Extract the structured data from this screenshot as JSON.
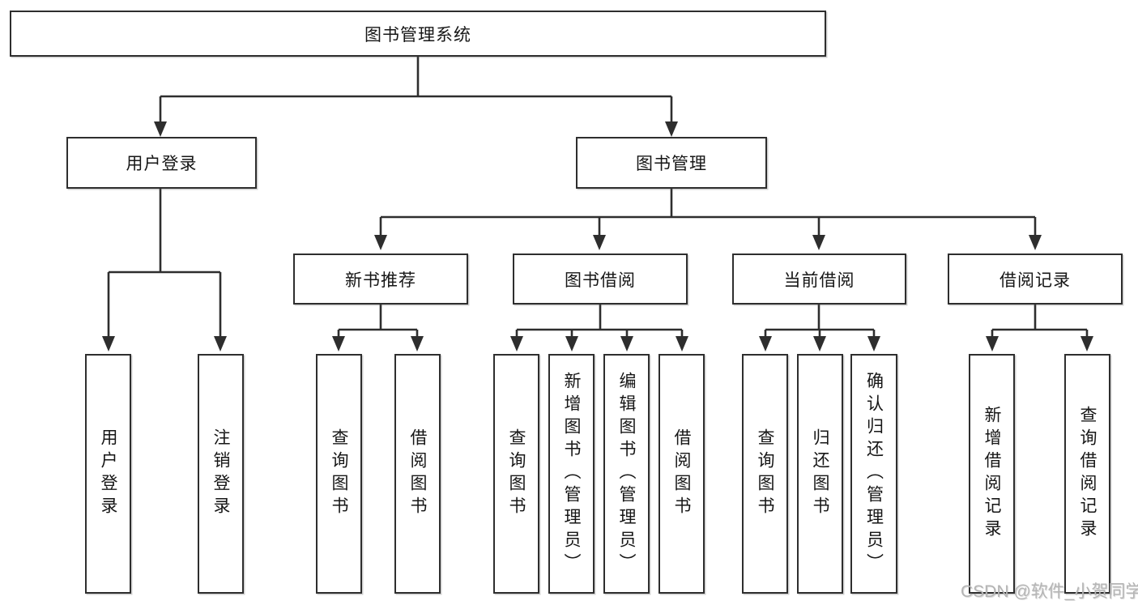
{
  "diagram_title": "图书管理系统",
  "tree": {
    "root": {
      "label": "图书管理系统",
      "children": [
        {
          "label": "用户登录",
          "children": [
            {
              "label": "用户登录"
            },
            {
              "label": "注销登录"
            }
          ]
        },
        {
          "label": "图书管理",
          "children": [
            {
              "label": "新书推荐",
              "children": [
                {
                  "label": "查询图书"
                },
                {
                  "label": "借阅图书"
                }
              ]
            },
            {
              "label": "图书借阅",
              "children": [
                {
                  "label": "查询图书"
                },
                {
                  "label": "新增图书（管理员）"
                },
                {
                  "label": "编辑图书（管理员）"
                },
                {
                  "label": "借阅图书"
                }
              ]
            },
            {
              "label": "当前借阅",
              "children": [
                {
                  "label": "查询图书"
                },
                {
                  "label": "归还图书"
                },
                {
                  "label": "确认归还（管理员）"
                }
              ]
            },
            {
              "label": "借阅记录",
              "children": [
                {
                  "label": "新增借阅记录"
                },
                {
                  "label": "查询借阅记录"
                }
              ]
            }
          ]
        }
      ]
    }
  },
  "watermark": {
    "text": "CSDN @软件_小贺同学"
  },
  "colors": {
    "line": "#2e2e2e",
    "box_border": "#2e2e2e",
    "background": "#ffffff",
    "text": "#161616",
    "watermark": "#b5b5b5"
  }
}
